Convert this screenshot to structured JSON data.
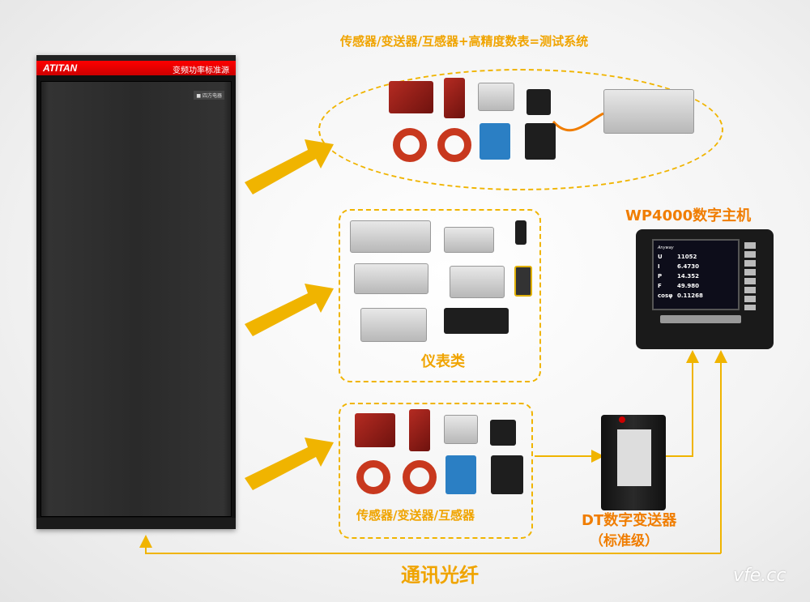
{
  "title_top": "传感器/变送器/互感器+高精度数表=测试系统",
  "cabinet": {
    "logo": "ATITAN",
    "subtitle": "变频功率标准源",
    "brand": "■ 四方电器"
  },
  "meters_label": "仪表类",
  "sensors_label": "传感器/变送器/互感器",
  "wp4000": {
    "label": "WP4000数字主机",
    "screen_rows": [
      {
        "k": "U",
        "v": "11052"
      },
      {
        "k": "I",
        "v": "6.4730"
      },
      {
        "k": "P",
        "v": "14.352"
      },
      {
        "k": "F",
        "v": "49.980"
      },
      {
        "k": "cosφ",
        "v": "0.11268"
      }
    ],
    "brand": "Anyway"
  },
  "dt": {
    "label1": "DT数字变送器",
    "label2": "（标准级）"
  },
  "fiber_label": "通讯光纤",
  "watermark": "vfe.cc",
  "colors": {
    "accent": "#f07d00",
    "dash": "#f0b400",
    "arrow": "#f0b400"
  }
}
